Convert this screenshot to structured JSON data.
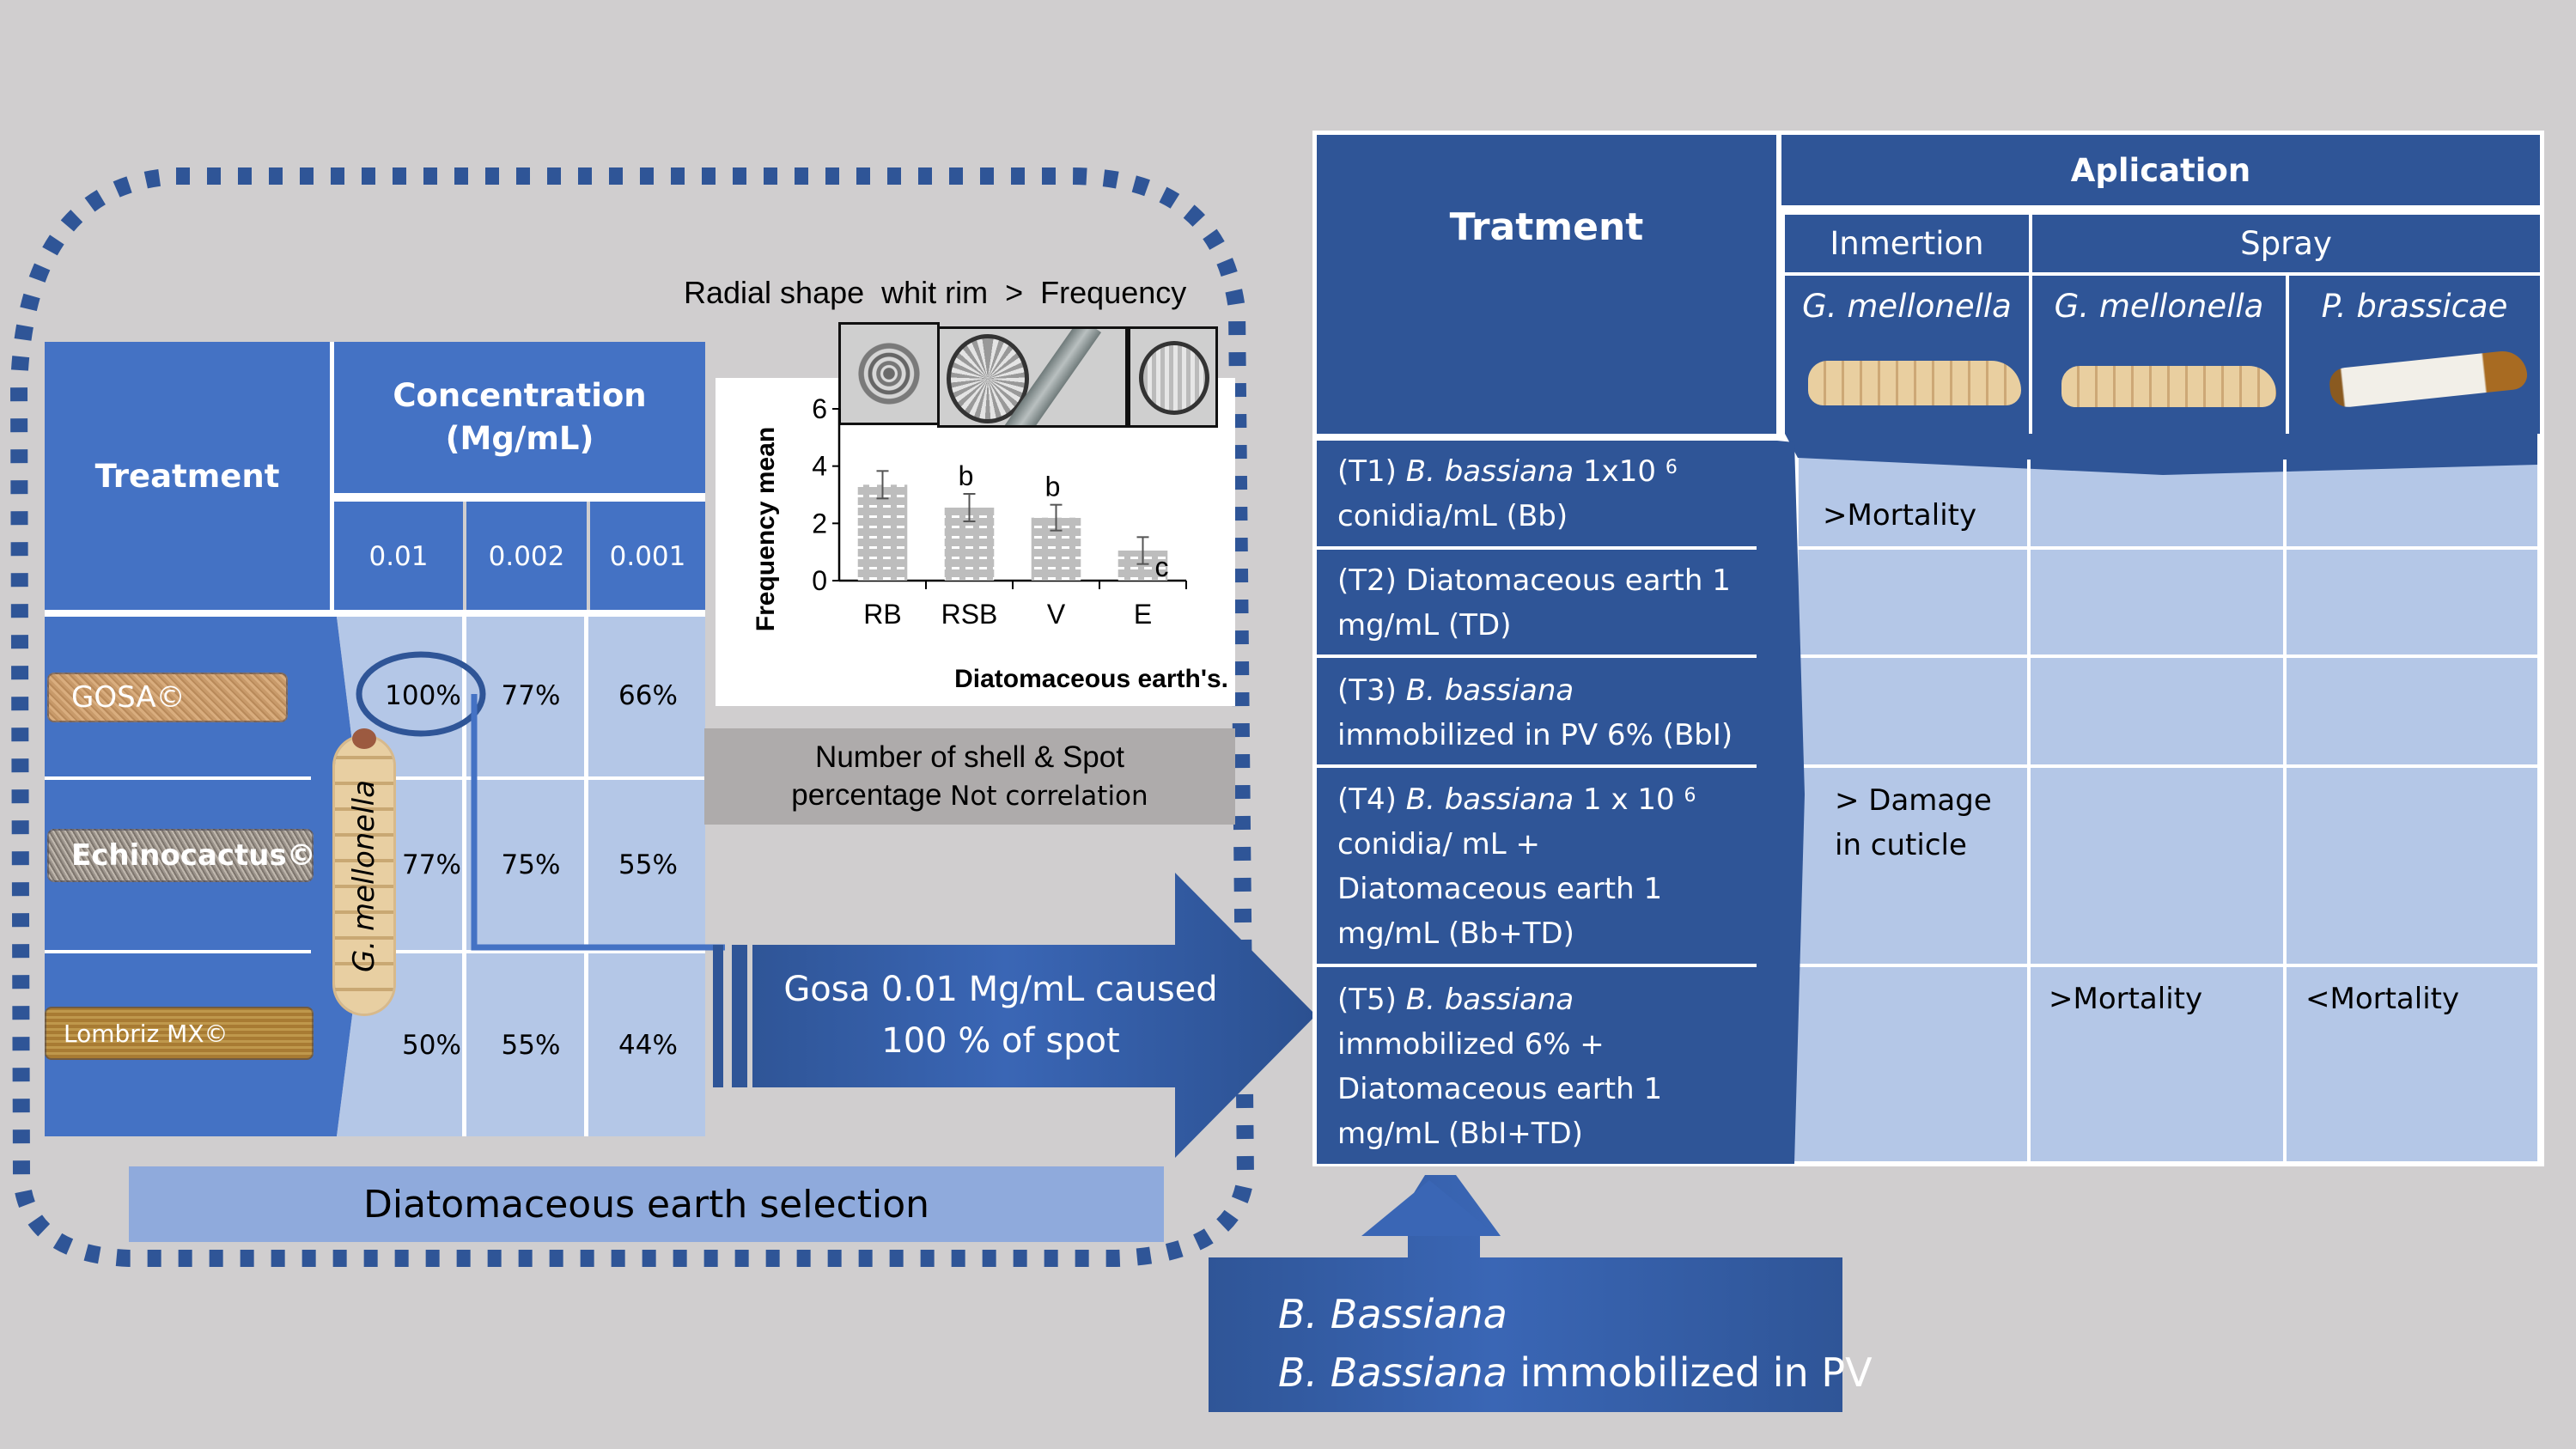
{
  "colors": {
    "background": "#d0cecf",
    "header_blue": "#4472c4",
    "dark_blue": "#2f5597",
    "cell_light_blue": "#b4c7e7",
    "selection_bar": "#8faadc",
    "grey_note": "#aeabab",
    "chart_bar": "#bfbfbf"
  },
  "left_table": {
    "treatment_header": "Treatment",
    "concentration_header_line1": "Concentration",
    "concentration_header_line2": "(Mg/mL)",
    "concentrations": [
      "0.01",
      "0.002",
      "0.001"
    ],
    "side_label": "G. mellonella",
    "rows": [
      {
        "name": "GOSA©",
        "values": [
          "100%",
          "77%",
          "66%"
        ],
        "highlighted": "100%"
      },
      {
        "name": "Echinocactus©",
        "values": [
          "77%",
          "75%",
          "55%"
        ]
      },
      {
        "name": "Lombriz MX©",
        "values": [
          "50%",
          "55%",
          "44%"
        ]
      }
    ],
    "footer": "Diatomaceous earth selection"
  },
  "chart_title": "Radial shape  whit rim  >  Frequency",
  "chart_data": {
    "type": "bar",
    "title": "Radial shape whit rim > Frequency",
    "xlabel": "Diatomaceous earth's.",
    "ylabel": "Frequency mean",
    "categories": [
      "RB",
      "RSB",
      "V",
      "E"
    ],
    "values": [
      3.35,
      2.55,
      2.2,
      1.05
    ],
    "errors": [
      0.48,
      0.48,
      0.45,
      0.47
    ],
    "significance_letters": [
      "",
      "b",
      "b",
      "c"
    ],
    "ylim": [
      0,
      6
    ],
    "yticks": [
      0,
      2,
      4,
      6
    ],
    "grid": false,
    "bar_pattern": "dotted grey"
  },
  "note_box": {
    "line1": "Number of shell & Spot",
    "line2_a": "percentage ",
    "line2_b": "Not correlation"
  },
  "main_arrow": {
    "line1": "Gosa 0.01 Mg/mL caused",
    "line2": "100 % of spot"
  },
  "right_table": {
    "treatment_header": "Tratment",
    "application_header": "Aplication",
    "methods": [
      "Inmertion",
      "Spray"
    ],
    "species": [
      "G. mellonella",
      "G. mellonella",
      "P. brassicae"
    ],
    "rows": [
      {
        "id": "(T1)",
        "organism": "B. bassiana",
        "rest": " 1x10",
        "sup": "6",
        "line2": "conidia/mL (Bb)",
        "results": [
          ">Mortality",
          "",
          ""
        ]
      },
      {
        "id": "(T2)",
        "organism": "",
        "rest": " Diatomaceous earth 1",
        "sup": "",
        "line2": "mg/mL (TD)",
        "results": [
          "",
          "",
          ""
        ]
      },
      {
        "id": "(T3)",
        "organism": "B. bassiana",
        "rest": "",
        "sup": "",
        "line2": "immobilized in PV 6% (BbI)",
        "results": [
          "",
          "",
          ""
        ]
      },
      {
        "id": "(T4)",
        "organism": "B. bassiana",
        "rest": " 1 x 10",
        "sup": "6",
        "line2": "conidia/ mL +",
        "line3": "Diatomaceous earth 1",
        "line4": "mg/mL (Bb+TD)",
        "results": [
          "> Damage in cuticle",
          "",
          ""
        ]
      },
      {
        "id": "(T5)",
        "organism": "B. bassiana",
        "rest": "",
        "sup": "",
        "line2": "immobilized 6% +",
        "line3": "Diatomaceous earth 1",
        "line4": "mg/mL (BbI+TD)",
        "results": [
          "",
          ">Mortality",
          "<Mortality"
        ]
      }
    ]
  },
  "bottom_box": {
    "line1": "B. Bassiana",
    "line2_italic": "B. Bassiana",
    "line2_rest": " immobilized in PV"
  }
}
